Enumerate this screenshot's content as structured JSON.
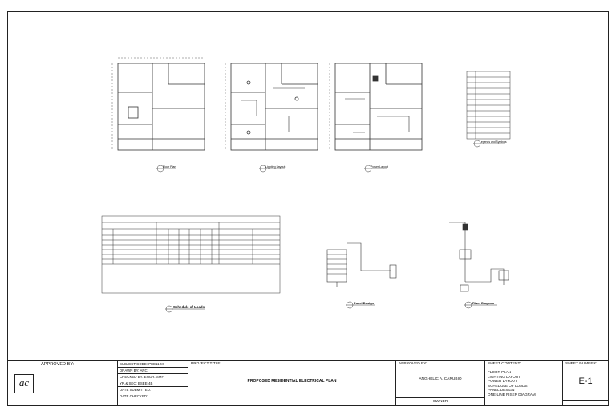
{
  "drawing_titles": {
    "floor_plan": "Floor Plan",
    "lighting_layout": "Lighting Layout",
    "power_layout": "Power Layout",
    "legend": "Legends and Symbols",
    "schedule": "Schedule of Loads",
    "panel": "Panel Design",
    "riser": "Riser Diagram"
  },
  "title_block": {
    "approved_by_left": "APPROVED BY:",
    "subject_code": "SUBJECT CODE: PEE11-M",
    "drawn_by": "DRAWN BY: ARC",
    "checked_by": "CHECKED BY: ENGR. SMF",
    "yr_sec": "YR.& SEC: BSEE-4B",
    "date_submitted": "DATE SUBMITTED:",
    "date_checked": "DATE CHECKED:",
    "project_title_label": "PROJECT TITLE:",
    "project_title": "PROPOSED RESIDENTIAL ELECTRICAL PLAN",
    "approved_by_right": "APPROVED BY:",
    "approver_name": "ANGHELIC A. CARUBIO",
    "owner_label": "OWNER",
    "sheet_content_label": "SHEET CONTENT:",
    "sheet_content": [
      "FLOOR PLAN",
      "LIGHTING LAYOUT",
      "POWER LAYOUT",
      "SCHEDULE OF LOADS",
      "PANEL DESIGN",
      "ONE-LINE RISER DIAGRAM"
    ],
    "sheet_number_label": "SHEET NUMBER:",
    "sheet_number": "E-1",
    "logo_text": "ac"
  },
  "colors": {
    "line": "#222222",
    "background": "#ffffff"
  }
}
